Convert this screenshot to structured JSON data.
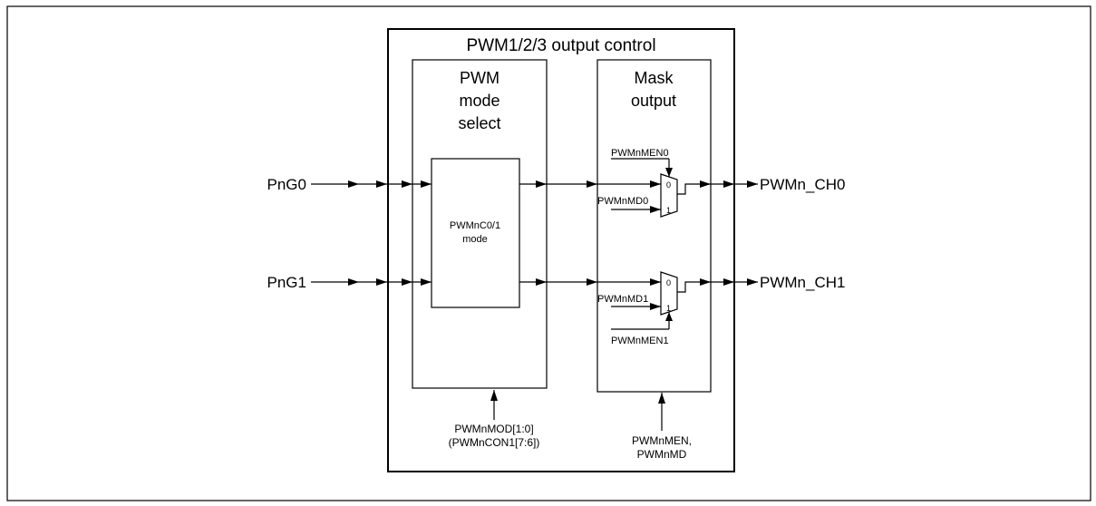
{
  "title": "PWM1/2/3 output control",
  "mode_block": {
    "label_line1": "PWM",
    "label_line2": "mode",
    "label_line3": "select",
    "inner_line1": "PWMnC0/1",
    "inner_line2": "mode",
    "control_line1": "PWMnMOD[1:0]",
    "control_line2": "(PWMnCON1[7:6])"
  },
  "mask_block": {
    "label_line1": "Mask",
    "label_line2": "output",
    "control_line1": "PWMnMEN,",
    "control_line2": "PWMnMD"
  },
  "inputs": [
    "PnG0",
    "PnG1"
  ],
  "outputs": [
    "PWMn_CH0",
    "PWMn_CH1"
  ],
  "mux0": {
    "enable": "PWMnMEN0",
    "data": "PWMnMD0",
    "in0": "0",
    "in1": "1"
  },
  "mux1": {
    "enable": "PWMnMEN1",
    "data": "PWMnMD1",
    "in0": "0",
    "in1": "1"
  }
}
